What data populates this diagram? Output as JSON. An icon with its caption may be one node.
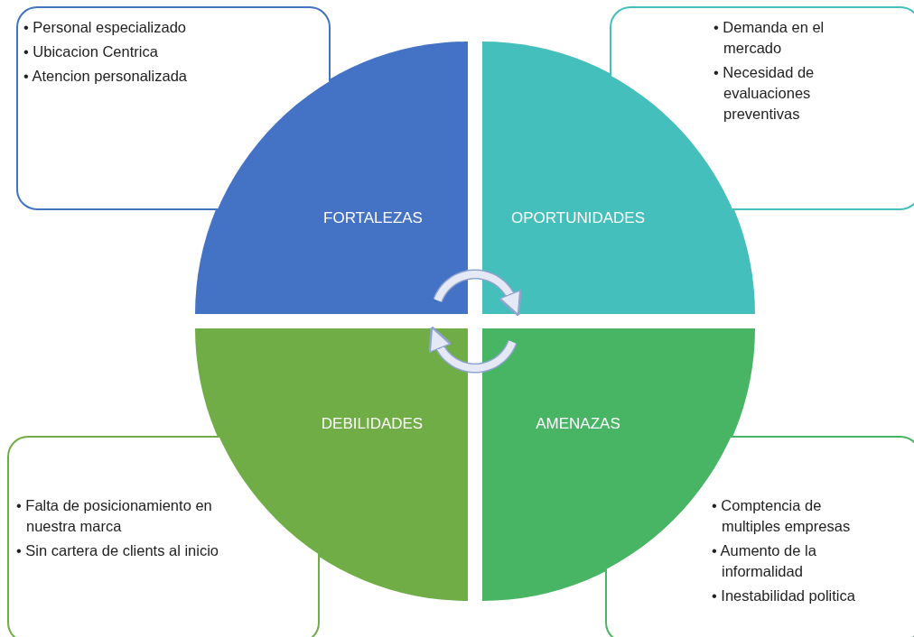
{
  "diagram": {
    "nodes": [
      {
        "text": [
          "FORTALEZAS"
        ]
      },
      {
        "text": [
          "OPORTUNIDADES"
        ]
      },
      {
        "text": [
          "DEBILIDADES"
        ]
      },
      {
        "text": [
          "AMENAZAS"
        ]
      },
      {
        "text": [
          "• Personal especializado",
          "• Ubicacion Centrica",
          "• Atencion personalizada"
        ]
      },
      {
        "text": [
          "• Demanda en el mercado",
          "• Necesidad de evaluaciones preventivas"
        ]
      },
      {
        "text": [
          "• Falta de posicionamiento en nuestra marca",
          "• Sin cartera de clients al inicio"
        ]
      },
      {
        "text": [
          "• Comptencia de multiples empresas",
          "• Aumento de la informalidad",
          "• Inestabilidad politica"
        ]
      }
    ],
    "edges": [
      {
        "from": 0,
        "to": 1,
        "arrow": "to"
      },
      {
        "from": 3,
        "to": 2,
        "arrow": "to"
      }
    ]
  }
}
